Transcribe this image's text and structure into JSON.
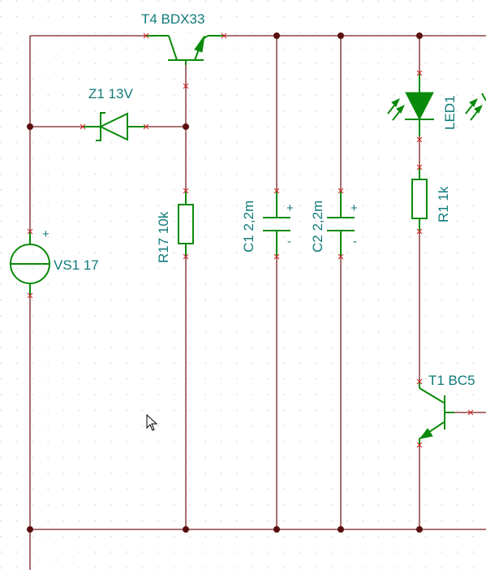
{
  "schematic": {
    "components": {
      "t4": {
        "name": "T4",
        "value": "BDX33",
        "label": "T4 BDX33"
      },
      "z1": {
        "name": "Z1",
        "value": "13V",
        "label": "Z1 13V"
      },
      "r17": {
        "name": "R17",
        "value": "10k",
        "label": "R17 10k"
      },
      "c1": {
        "name": "C1",
        "value": "2,2m",
        "label": "C1 2,2m",
        "plus": "+",
        "minus": "-"
      },
      "c2": {
        "name": "C2",
        "value": "2,2m",
        "label": "C2 2,2m",
        "plus": "+",
        "minus": "-"
      },
      "led1": {
        "name": "LED1",
        "label": "LED1"
      },
      "r1": {
        "name": "R1",
        "value": "1k",
        "label": "R1 1k"
      },
      "vs1": {
        "name": "VS1",
        "value": "17",
        "label": "VS1 17",
        "plus": "+"
      },
      "t1": {
        "name": "T1",
        "label": "T1 BC5"
      }
    },
    "colors": {
      "wire": "#7a1f1f",
      "component": "#0a8a0a",
      "label": "#117a7a",
      "node": "#5a0f0f",
      "pin_marker": "#d02020",
      "grid_dot": "#c8c8c8"
    }
  }
}
